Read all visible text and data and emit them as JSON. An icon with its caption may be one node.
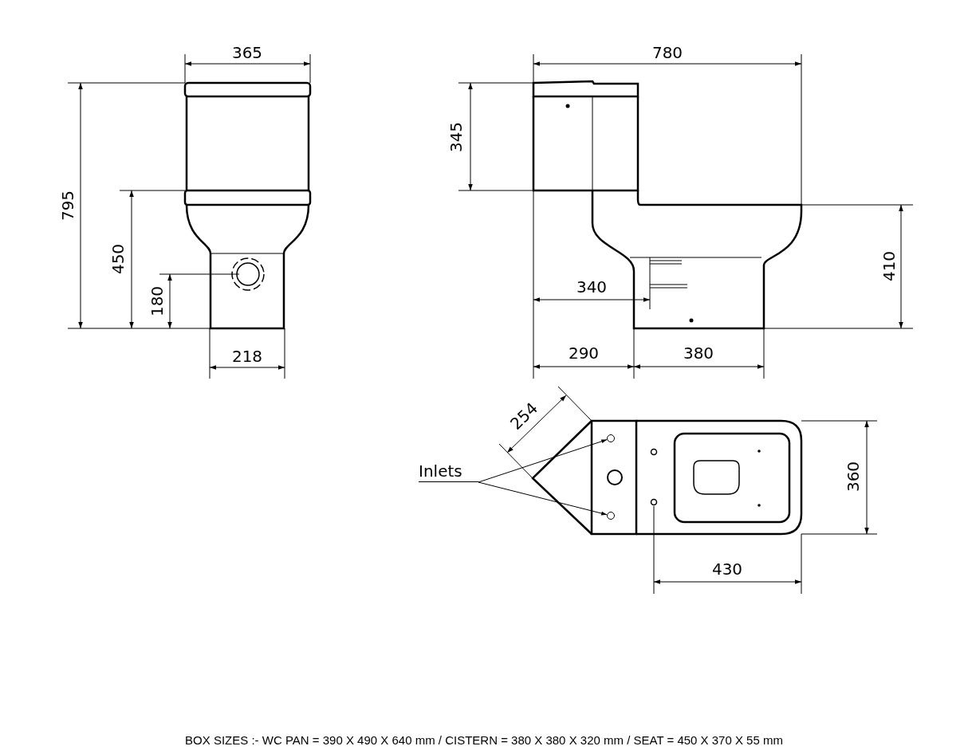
{
  "diagram": {
    "caption": "BOX SIZES :- WC PAN = 390 X 490 X 640 mm / CISTERN = 380 X 380 X 320 mm / SEAT = 450 X 370 X 55 mm",
    "nodes": [
      {
        "text": [
          "Inlets"
        ]
      },
      {
        "text": [],
        "shape": "circle"
      },
      {
        "text": [],
        "shape": "circle"
      }
    ],
    "edges": [
      {
        "from": 0,
        "to": 1,
        "arrow": "to"
      },
      {
        "from": 0,
        "to": 2,
        "arrow": "to"
      }
    ],
    "labels": [
      "365",
      "780",
      "795",
      "345",
      "450",
      "410",
      "340",
      "180",
      "218",
      "290",
      "380",
      "254",
      "360",
      "430"
    ]
  }
}
